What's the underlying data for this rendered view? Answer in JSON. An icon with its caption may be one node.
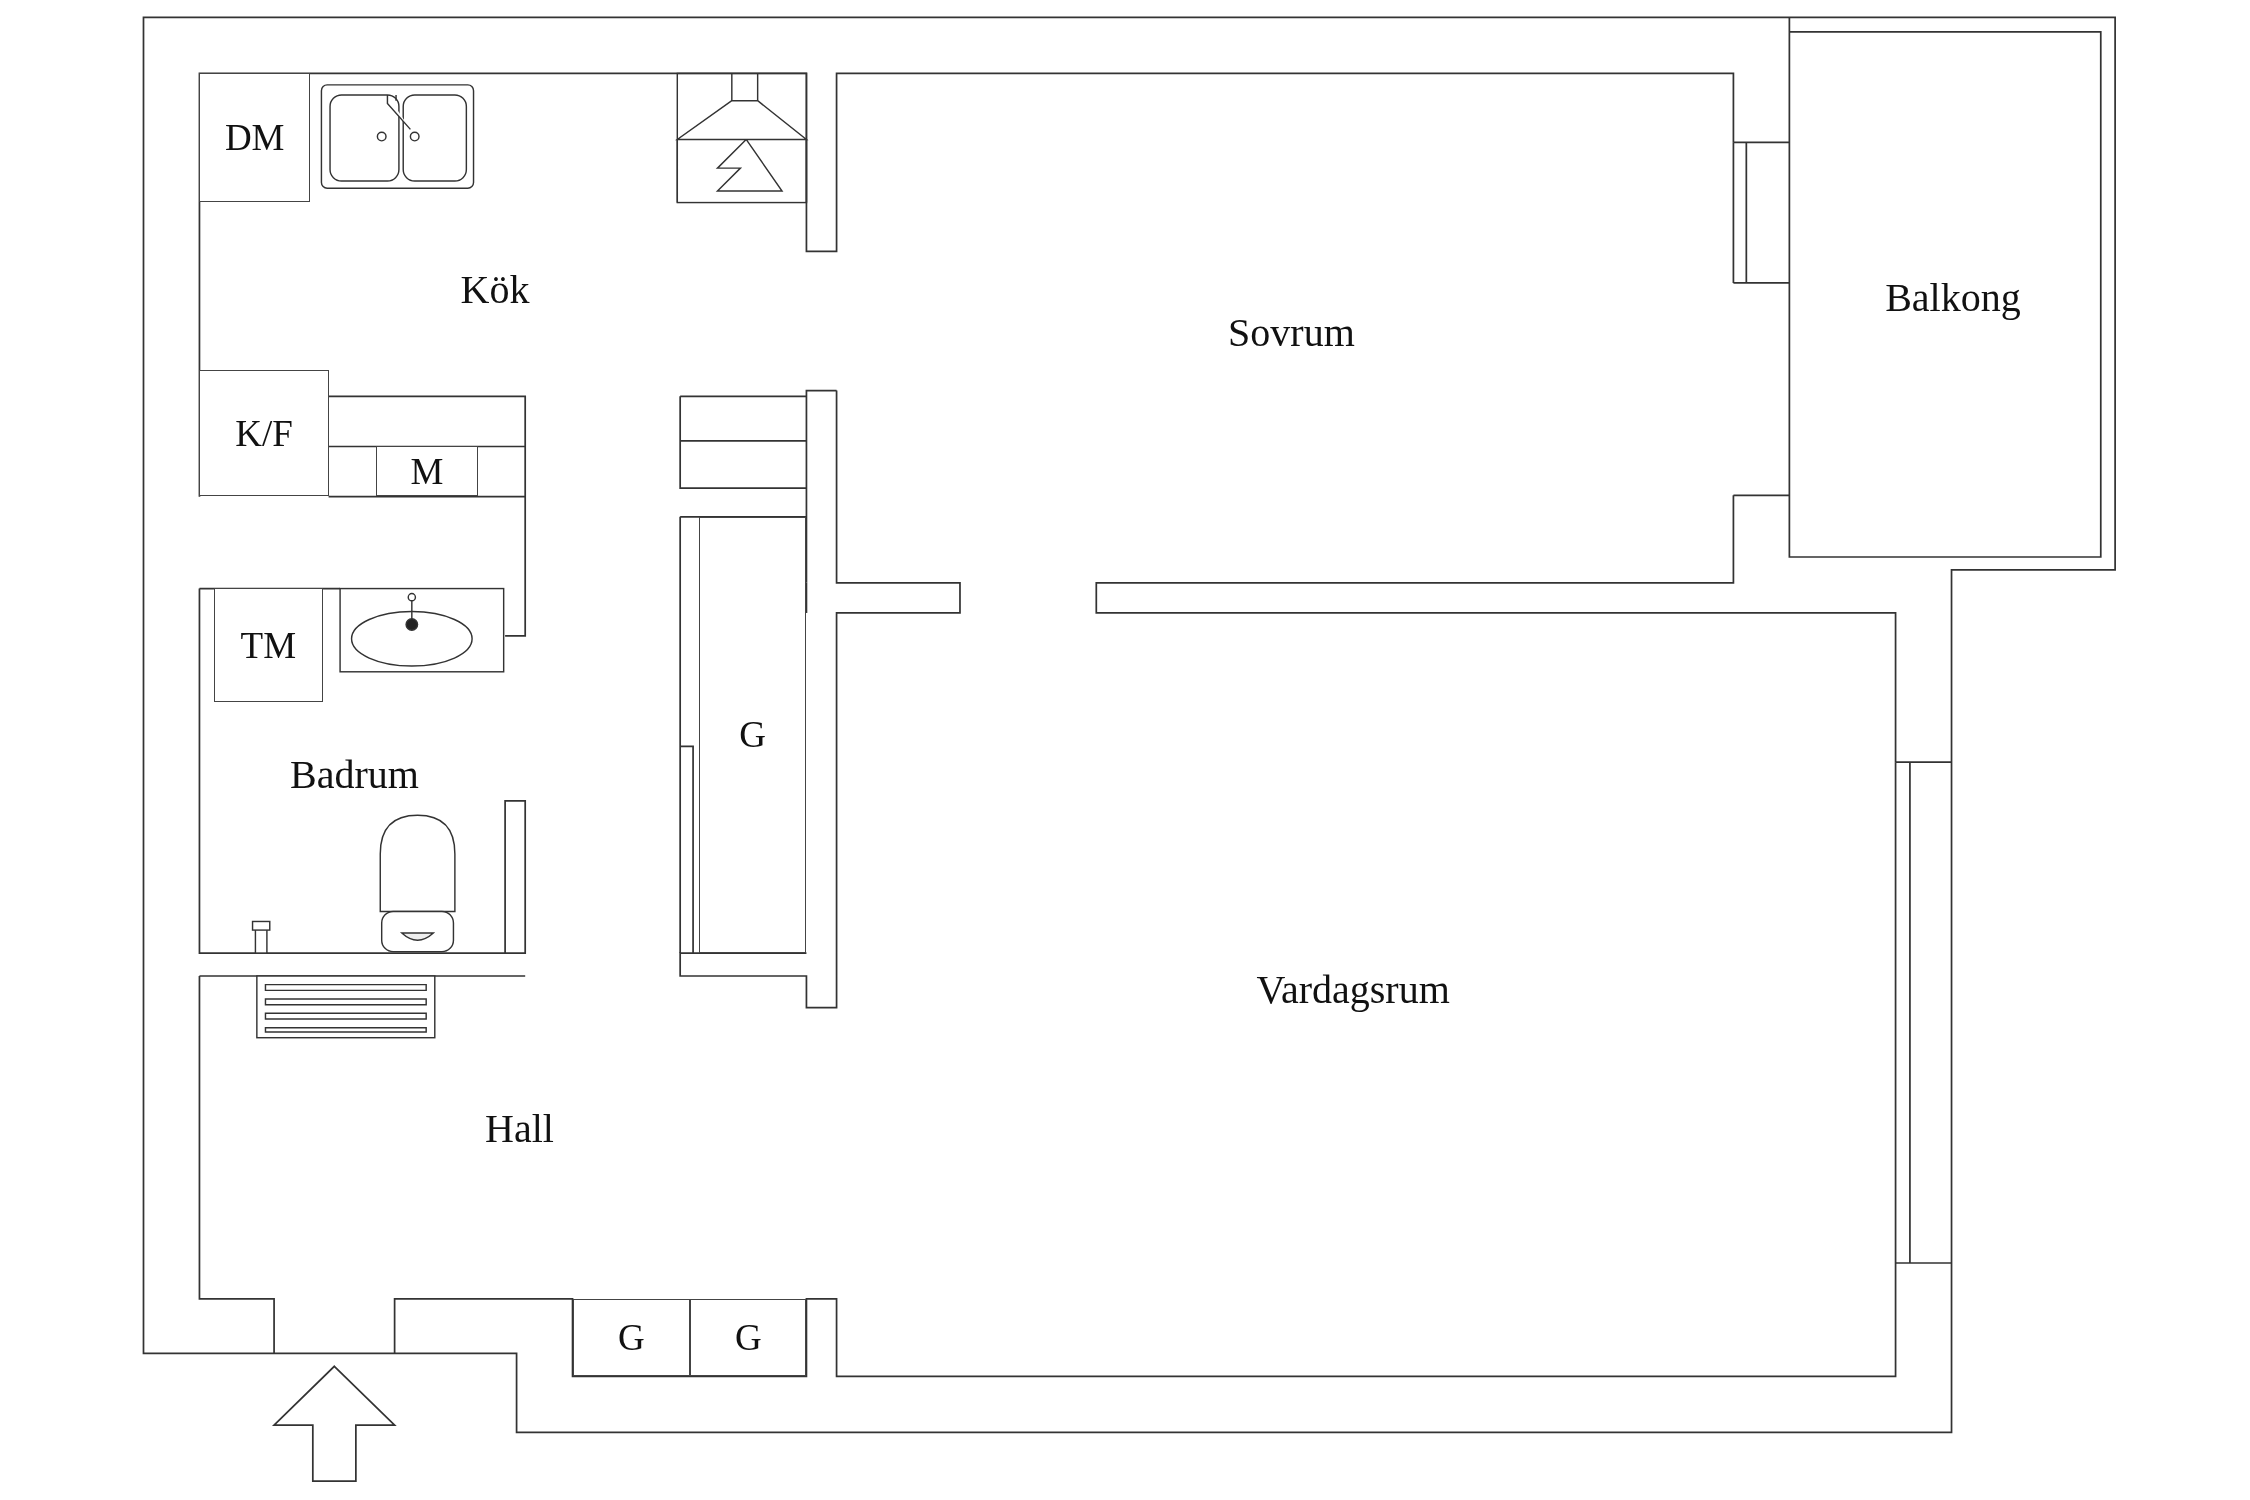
{
  "diagram": {
    "nodes": [
      {
        "text": [
          "DM"
        ]
      },
      {
        "text": [
          "K/F"
        ]
      },
      {
        "text": [
          "M"
        ]
      },
      {
        "text": [
          "TM"
        ]
      },
      {
        "text": [
          "G"
        ]
      },
      {
        "text": [
          "G"
        ]
      },
      {
        "text": [
          "G"
        ]
      }
    ],
    "labels": [
      "Kök",
      "Sovrum",
      "Balkong",
      "Badrum",
      "Vardagsrum",
      "Hall"
    ]
  }
}
